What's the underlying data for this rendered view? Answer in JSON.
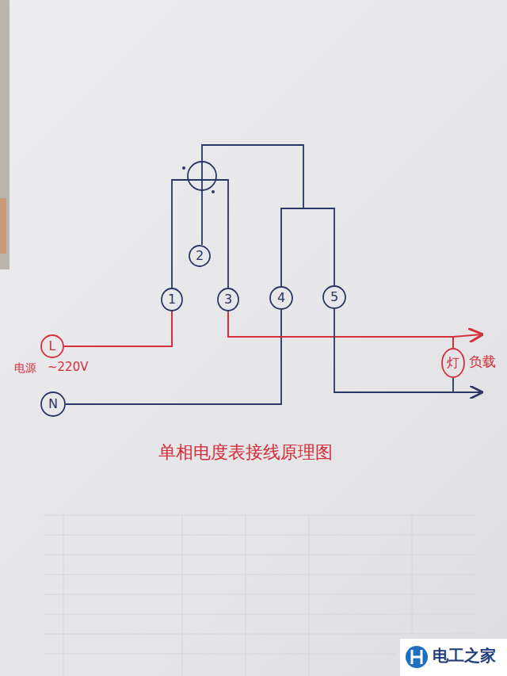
{
  "diagram": {
    "title": "单相电度表接线原理图",
    "nodes": [
      {
        "text": [
          "2"
        ]
      },
      {
        "text": [
          "1"
        ]
      },
      {
        "text": [
          "3"
        ]
      },
      {
        "text": [
          "4"
        ]
      },
      {
        "text": [
          "5"
        ]
      },
      {
        "text": [
          "L"
        ]
      },
      {
        "text": [
          "灯"
        ]
      },
      {
        "text": [
          "N"
        ]
      }
    ],
    "edges": [
      {
        "from": 5,
        "to": 1,
        "arrow": "none"
      },
      {
        "from": 7,
        "to": 3,
        "arrow": "none"
      },
      {
        "from": 3,
        "to": 4,
        "arrow": "none"
      },
      {
        "from": 2,
        "to": 6,
        "arrow": "none"
      },
      {
        "from": 4,
        "to": 6,
        "arrow": "none"
      }
    ],
    "labels": [
      "电源",
      "~220V",
      "负载",
      "电工之家"
    ]
  }
}
